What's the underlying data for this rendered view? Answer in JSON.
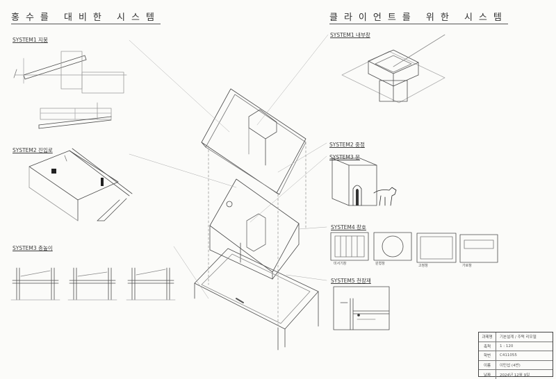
{
  "titles": {
    "left": "홍수를 대비한 시스템",
    "right": "클라이언트를 위한 시스템"
  },
  "left_systems": {
    "s1": "SYSTEM1 지붕",
    "s2": "SYSTEM2 진입로",
    "s3": "SYSTEM3 층높이"
  },
  "right_systems": {
    "s1": "SYSTEM1 내부창",
    "s2": "SYSTEM2 중정",
    "s3": "SYSTEM3 문",
    "s4": "SYSTEM4 창호",
    "s5": "SYSTEM5 천장재"
  },
  "panel_labels": [
    "미서기창",
    "원형창",
    "고정창",
    "가로창"
  ],
  "title_block": {
    "rows": [
      {
        "key": "과제명",
        "value": "기본설계 / 주택 리모델"
      },
      {
        "key": "축척",
        "value": "1 : 120"
      },
      {
        "key": "학번",
        "value": "C411055"
      },
      {
        "key": "이름",
        "value": "이민섭 (4반)"
      },
      {
        "key": "날짜",
        "value": "2024년 12월 9일"
      }
    ]
  }
}
